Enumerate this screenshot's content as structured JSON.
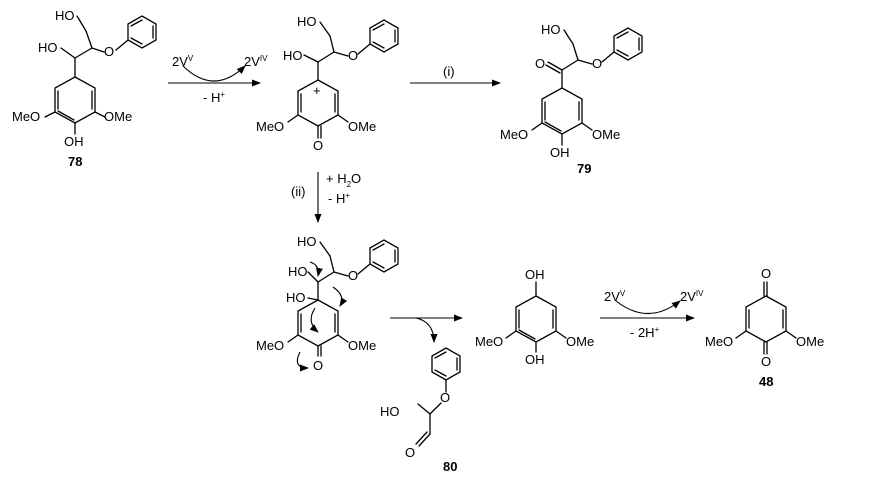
{
  "compounds": {
    "c78": "78",
    "c79": "79",
    "c80": "80",
    "c48": "48"
  },
  "groups": {
    "ho": "HO",
    "oh": "OH",
    "meo": "MeO",
    "ome": "OMe",
    "o": "O",
    "plus": "+"
  },
  "arrows": {
    "step1_top_left": "2V",
    "step1_top_left_ox": "V",
    "step1_top_right": "2V",
    "step1_top_right_ox": "IV",
    "step1_bottom": "- H",
    "step1_bottom_sup": "+",
    "step_i": "(i)",
    "step_ii": "(ii)",
    "step_ii_water": "+ H",
    "step_ii_water_sub": "2",
    "step_ii_water_end": "O",
    "step_ii_proton": "- H",
    "step_ii_proton_sup": "+",
    "final_top_left": "2V",
    "final_top_left_ox": "V",
    "final_top_right": "2V",
    "final_top_right_ox": "IV",
    "final_bottom": "- 2H",
    "final_bottom_sup": "+"
  }
}
